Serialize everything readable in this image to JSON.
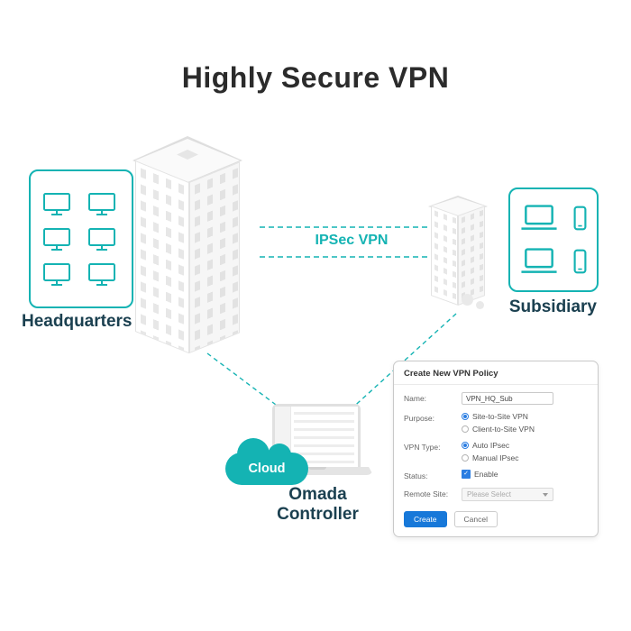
{
  "title": "Highly Secure VPN",
  "colors": {
    "accent_teal": "#14b3b3",
    "label_dark": "#1b4050",
    "button_blue": "#1778d9",
    "radio_blue": "#2a7de2"
  },
  "icons": {
    "hq_devices": "monitor-icon",
    "sub_devices": [
      "laptop-icon",
      "smartphone-icon"
    ],
    "dialog_dropdown": "chevron-down-icon"
  },
  "headquarters": {
    "label": "Headquarters"
  },
  "subsidiary": {
    "label": "Subsidiary"
  },
  "tunnel": {
    "label": "IPSec VPN"
  },
  "controller": {
    "cloud_label": "Cloud",
    "label_line1": "Omada",
    "label_line2": "Controller"
  },
  "dialog": {
    "title": "Create New VPN Policy",
    "name": {
      "label": "Name:",
      "value": "VPN_HQ_Sub"
    },
    "purpose": {
      "label": "Purpose:",
      "options": [
        {
          "label": "Site-to-Site VPN",
          "selected": true
        },
        {
          "label": "Client-to-Site VPN",
          "selected": false
        }
      ]
    },
    "vpn_type": {
      "label": "VPN Type:",
      "options": [
        {
          "label": "Auto IPsec",
          "selected": true
        },
        {
          "label": "Manual IPsec",
          "selected": false
        }
      ]
    },
    "status": {
      "label": "Status:",
      "option": "Enable",
      "checked": true
    },
    "remote_site": {
      "label": "Remote Site:",
      "placeholder": "Please Select"
    },
    "buttons": {
      "create": "Create",
      "cancel": "Cancel"
    }
  }
}
